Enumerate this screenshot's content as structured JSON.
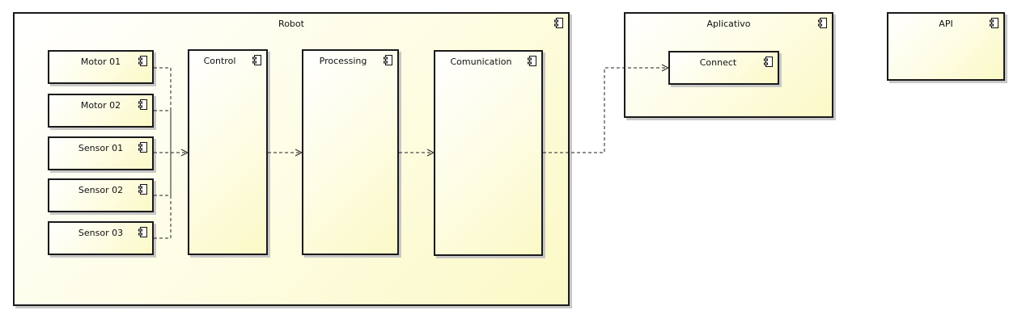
{
  "packages": {
    "robot": "Robot",
    "aplicativo": "Aplicativo",
    "api": "API"
  },
  "components": {
    "motor01": "Motor 01",
    "motor02": "Motor 02",
    "sensor01": "Sensor 01",
    "sensor02": "Sensor 02",
    "sensor03": "Sensor 03",
    "control": "Control",
    "processing": "Processing",
    "comunication": "Comunication",
    "connect": "Connect"
  },
  "icon": "component-icon",
  "colors": {
    "fill_start": "#ffffff",
    "fill_end": "#fbf9c6",
    "border": "#1a1a1a",
    "edge": "#222222"
  },
  "edges": [
    {
      "from": "Motor 01",
      "to": "Control",
      "style": "dashed"
    },
    {
      "from": "Motor 02",
      "to": "Control",
      "style": "dashed"
    },
    {
      "from": "Sensor 01",
      "to": "Control",
      "style": "dashed"
    },
    {
      "from": "Sensor 02",
      "to": "Control",
      "style": "dashed"
    },
    {
      "from": "Sensor 03",
      "to": "Control",
      "style": "dashed"
    },
    {
      "from": "Control",
      "to": "Processing",
      "style": "dashed"
    },
    {
      "from": "Processing",
      "to": "Comunication",
      "style": "dashed"
    },
    {
      "from": "Comunication",
      "to": "Connect",
      "style": "dashed"
    }
  ]
}
